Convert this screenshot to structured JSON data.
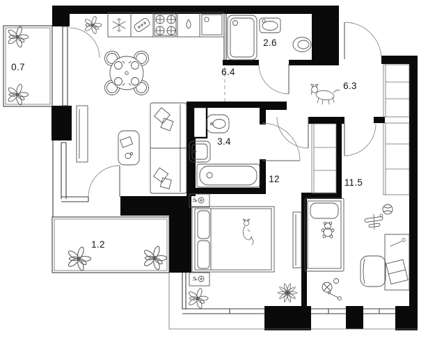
{
  "plan": {
    "title": "Apartment floor plan with room areas (sq.m)",
    "rooms": [
      {
        "name": "balcony-top-left",
        "area": "0.7"
      },
      {
        "name": "kitchen-living-room",
        "area": "6.4"
      },
      {
        "name": "shower-room",
        "area": "2.6"
      },
      {
        "name": "hallway",
        "area": "6.3"
      },
      {
        "name": "bathroom",
        "area": "3.4"
      },
      {
        "name": "bedroom",
        "area": "12"
      },
      {
        "name": "kids-room",
        "area": "11.5"
      },
      {
        "name": "balcony-bottom-left",
        "area": "1.2"
      }
    ],
    "icons": {
      "kitchen": [
        "plant-icon",
        "freezer-snowflake-icon",
        "cutting-board-icon",
        "four-burner-hob-icon",
        "water-drop-icon",
        "sink-icon"
      ],
      "dining": [
        "round-table-icon",
        "chair-icon",
        "place-setting-icon"
      ],
      "shower_room": [
        "shower-tray-icon",
        "washbasin-icon",
        "toilet-icon"
      ],
      "bathroom": [
        "toilet-icon",
        "washbasin-icon",
        "bathtub-icon",
        "duct-shaft-icon"
      ],
      "living": [
        "tv-icon",
        "coffee-table-icon",
        "sofa-icon",
        "pillow-icon"
      ],
      "bedroom": [
        "double-bed-icon",
        "cat-icon",
        "nightstand-lamp-icon",
        "wardrobe-icon",
        "flower-icon",
        "star-plant-icon"
      ],
      "kids_room": [
        "single-bed-icon",
        "teddy-bear-icon",
        "toy-plane-icon",
        "ball-icon",
        "desk-icon",
        "laptop-icon",
        "desk-chair-icon",
        "toy-icons"
      ],
      "hallway": [
        "dog-icon",
        "closet-shelves-icon"
      ],
      "balconies": [
        "flower-icon"
      ]
    },
    "colors": {
      "wall": "#0a0a0a",
      "line": "#3d3d3d",
      "furniture": "#4f4f4f",
      "background": "#ffffff"
    }
  }
}
